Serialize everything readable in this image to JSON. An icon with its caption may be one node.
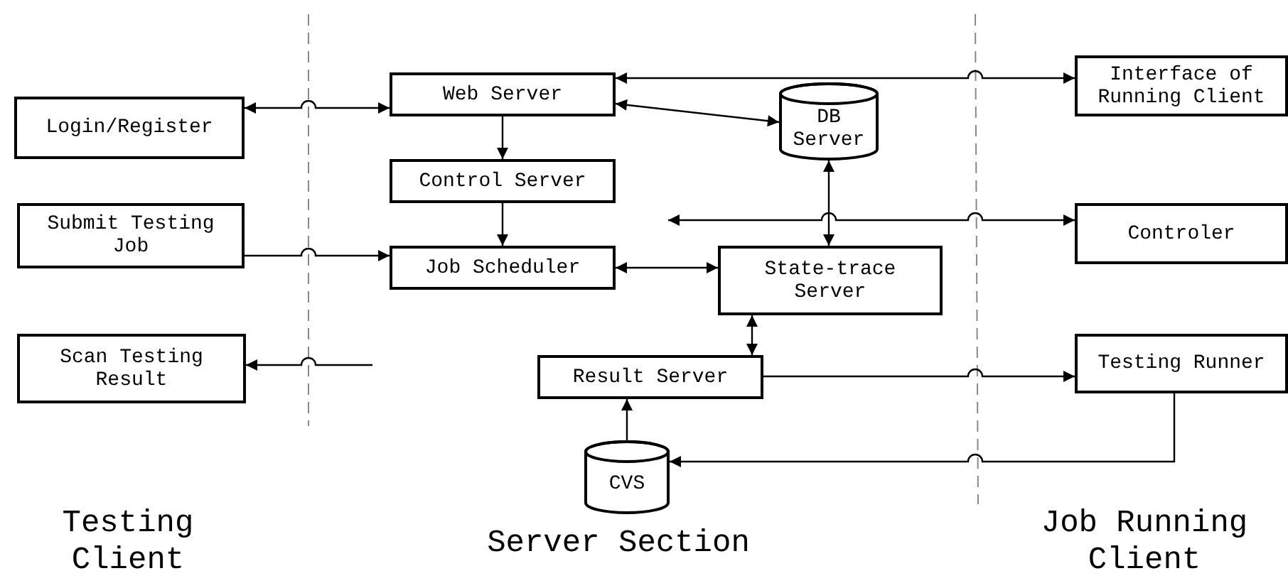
{
  "diagram": {
    "nodes": [
      {
        "text": [
          "Login/Register"
        ]
      },
      {
        "text": [
          "Submit Testing Job"
        ]
      },
      {
        "text": [
          "Scan Testing Result"
        ]
      },
      {
        "text": [
          "Web Server"
        ]
      },
      {
        "text": [
          "Control Server"
        ]
      },
      {
        "text": [
          "Job Scheduler"
        ]
      },
      {
        "text": [
          "DB Server"
        ]
      },
      {
        "text": [
          "State-trace Server"
        ]
      },
      {
        "text": [
          "Result Server"
        ]
      },
      {
        "text": [
          "CVS"
        ]
      },
      {
        "text": [
          "Interface of Running Client"
        ]
      },
      {
        "text": [
          "Controler"
        ]
      },
      {
        "text": [
          "Testing Runner"
        ]
      }
    ],
    "edges": [
      {
        "from": 3,
        "to": 10,
        "arrow": "both"
      },
      {
        "from": 0,
        "to": 3,
        "arrow": "both"
      },
      {
        "from": 3,
        "to": 6,
        "arrow": "both"
      },
      {
        "from": 3,
        "to": 4,
        "arrow": "to"
      },
      {
        "from": 4,
        "to": 5,
        "arrow": "to"
      },
      {
        "from": 1,
        "to": 5,
        "arrow": "to"
      },
      {
        "from": 5,
        "to": 7,
        "arrow": "both"
      },
      {
        "from": null,
        "to": 11,
        "arrow": "both"
      },
      {
        "from": 6,
        "to": 7,
        "arrow": "both"
      },
      {
        "from": 7,
        "to": 8,
        "arrow": "both"
      },
      {
        "from": null,
        "to": 2,
        "arrow": "to"
      },
      {
        "from": 8,
        "to": 12,
        "arrow": "to"
      },
      {
        "from": 9,
        "to": 8,
        "arrow": "to"
      },
      {
        "from": 12,
        "to": 9,
        "arrow": "to"
      }
    ],
    "labels": [
      "Testing Client",
      "Server Section",
      "Job Running Client"
    ]
  }
}
